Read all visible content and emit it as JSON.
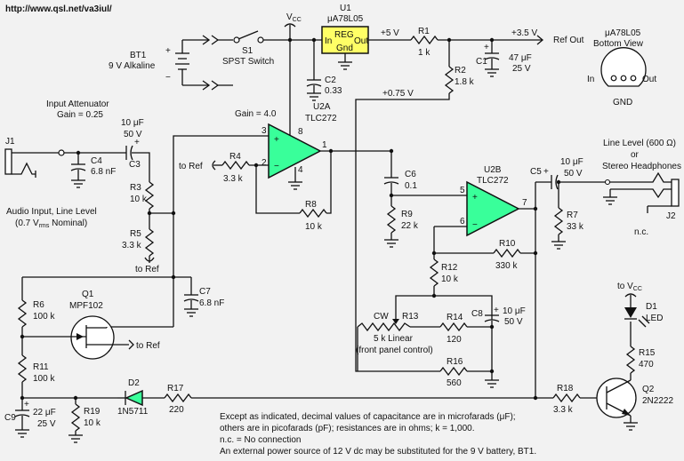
{
  "url": "http://www.qsl.net/va3iul/",
  "power": {
    "battery_ref": "BT1",
    "battery_value": "9 V Alkaline",
    "switch_ref": "S1",
    "switch_value": "SPST Switch",
    "vcc": "V",
    "vcc_sub": "CC",
    "reg_ref": "U1",
    "reg_value": "μA78L05",
    "reg_box": "REG",
    "reg_in": "In",
    "reg_out": "Out",
    "reg_gnd": "Gnd",
    "plus5": "+5 V",
    "plus35": "+3.5 V",
    "ref_out": "Ref Out",
    "plus075": "+0.75 V",
    "bt_plus": "+",
    "bt_minus": "−"
  },
  "components": {
    "r1_ref": "R1",
    "r1_val": "1 k",
    "r2_ref": "R2",
    "r2_val": "1.8 k",
    "c1_ref": "C1",
    "c1_v1": "47 μF",
    "c1_v2": "25 V",
    "c2_ref": "C2",
    "c2_val": "0.33",
    "j1": "J1",
    "c4_ref": "C4",
    "c4_val": "6.8 nF",
    "c3_ref": "C3",
    "c3_v1": "10 μF",
    "c3_v2": "50 V",
    "r3_ref": "R3",
    "r3_val": "10 k",
    "r5_ref": "R5",
    "r5_val": "3.3 k",
    "r4_ref": "R4",
    "r4_val": "3.3 k",
    "r8_ref": "R8",
    "r8_val": "10 k",
    "u2a_ref": "U2A",
    "u2a_val": "TLC272",
    "gain4": "Gain = 4.0",
    "c6_ref": "C6",
    "c6_val": "0.1",
    "r9_ref": "R9",
    "r9_val": "22 k",
    "u2b_ref": "U2B",
    "u2b_val": "TLC272",
    "r10_ref": "R10",
    "r10_val": "330 k",
    "r12_ref": "R12",
    "r12_val": "10 k",
    "c5_ref": "C5",
    "c5_v1": "10 μF",
    "c5_v2": "50 V",
    "r7_ref": "R7",
    "r7_val": "33 k",
    "j2": "J2",
    "nc": "n.c.",
    "r6_ref": "R6",
    "r6_val": "100 k",
    "q1_ref": "Q1",
    "q1_val": "MPF102",
    "c7_ref": "C7",
    "c7_val": "6.8 nF",
    "r11_ref": "R11",
    "r11_val": "100 k",
    "c9_ref": "C9",
    "c9_v1": "22 μF",
    "c9_v2": "25 V",
    "r19_ref": "R19",
    "r19_val": "10 k",
    "d2_ref": "D2",
    "d2_val": "1N5711",
    "r17_ref": "R17",
    "r17_val": "220",
    "cw": "CW",
    "r13_ref": "R13",
    "r13_v1": "5 k Linear",
    "r13_v2": "(front panel control)",
    "r14_ref": "R14",
    "r14_val": "120",
    "c8_ref": "C8",
    "c8_v1": "10 μF",
    "c8_v2": "50 V",
    "r16_ref": "R16",
    "r16_val": "560",
    "r18_ref": "R18",
    "r18_val": "3.3 k",
    "q2_ref": "Q2",
    "q2_val": "2N2222",
    "d1_ref": "D1",
    "d1_val": "LED",
    "to_vcc": "to V",
    "to_vcc_sub": "CC",
    "r15_ref": "R15",
    "r15_val": "470"
  },
  "pins": {
    "p3": "3",
    "p2": "2",
    "p8": "8",
    "p4": "4",
    "p1": "1",
    "p5": "5",
    "p6": "6",
    "p7": "7"
  },
  "labels": {
    "to_ref": "to Ref",
    "attenuator": "Input Attenuator",
    "atten_gain": "Gain = 0.25",
    "audio_in1": "Audio Input, Line Level",
    "audio_in2": "(0.7 V",
    "audio_in2_sub": "rms",
    "audio_in2_end": " Nominal)",
    "line_out1": "Line Level (600 Ω)",
    "line_out2": "or",
    "line_out3": "Stereo Headphones",
    "pinout_title1": "μA78L05",
    "pinout_title2": "Bottom View",
    "pin_in": "In",
    "pin_out": "Out",
    "pin_gnd": "GND"
  },
  "notes": [
    "Except as indicated, decimal values of capacitance are in microfarads (μF);",
    "others are in picofarads (pF); resistances are in ohms; k = 1,000.",
    "n.c. = No connection",
    "An external power source of 12 V dc may be substituted for the 9 V battery, BT1."
  ]
}
